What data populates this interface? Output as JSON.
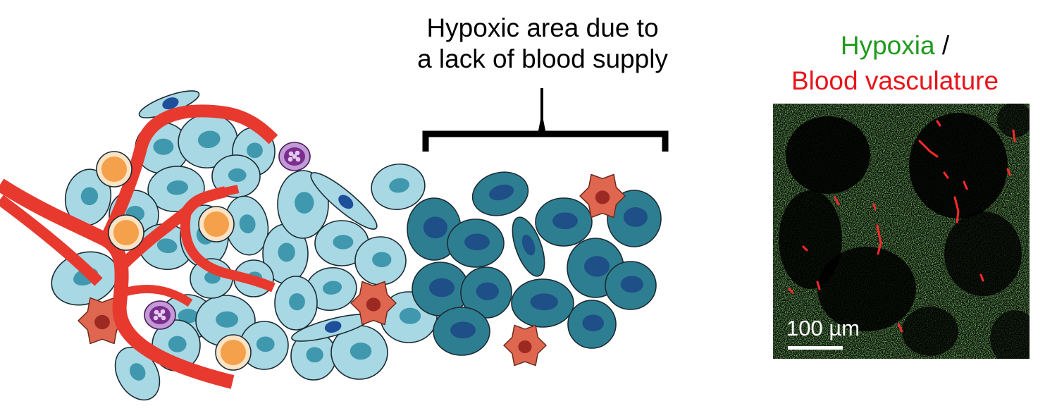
{
  "callout": {
    "line1": "Hypoxic area due to",
    "line2": "a lack of blood supply"
  },
  "micrograph": {
    "title_hypoxia": "Hypoxia",
    "title_separator": " /",
    "title_vasculature": "Blood vasculature",
    "scale_bar_label": "100 µm"
  },
  "colors": {
    "hypoxia_text": "#1f9a1f",
    "vasculature_text": "#e8141b",
    "vessel": "#e8392f",
    "normoxic_cell": "#a7d8e4",
    "normoxic_nucleus": "#3f98ae",
    "hypoxic_cell": "#2e7e92",
    "hypoxic_nucleus": "#1e4f86",
    "stellate_cell": "#e0674f",
    "granulocyte": "#8a3f9e",
    "lymphocyte": "#f6c89a",
    "micrograph_green": "#6ee84f",
    "micrograph_red": "#ff2a2a"
  },
  "icons": [
    "blood-vessel-icon",
    "cell-icon",
    "stellate-cell-icon",
    "granulocyte-icon",
    "lymphocyte-icon",
    "bracket-icon"
  ]
}
